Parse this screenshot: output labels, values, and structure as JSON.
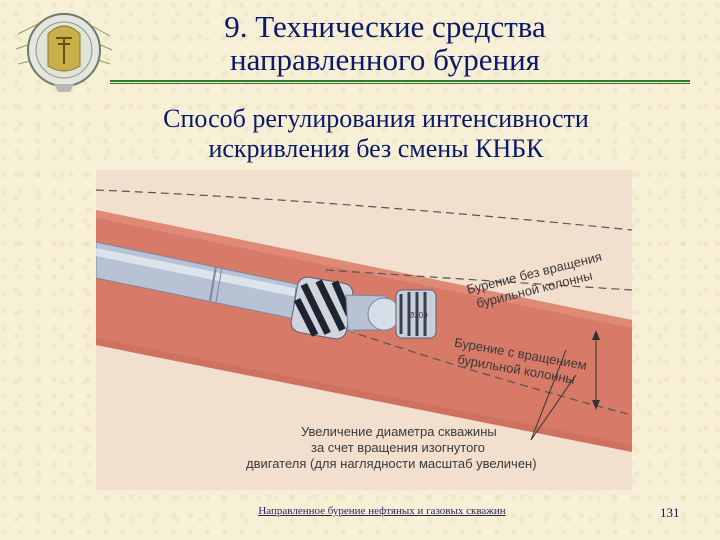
{
  "slide": {
    "title": "9. Технические средства направленного бурения",
    "subtitle": "Способ регулирования интенсивности искривления без смены КНБК",
    "footer": "Направленное бурение нефтяных и газовых скважин",
    "page_number": "131"
  },
  "figure": {
    "label_no_rotation_1": "Бурение без вращения",
    "label_no_rotation_2": "бурильной колонны",
    "label_rotation_1": "Бурение с вращением",
    "label_rotation_2": "бурильной колонны",
    "caption_1": "Увеличение диаметра скважины",
    "caption_2": "за счет вращения изогнутого",
    "caption_3": "двигателя (для наглядности масштаб увеличен)",
    "bit_marking": "Ø300",
    "colors": {
      "background": "#f3dfcd",
      "wellbore": "#d77a67",
      "pipe": "#b7c2d4",
      "title": "#0a1a6a",
      "rule": "#2e7a2e"
    }
  },
  "logo": {
    "icon": "university-emblem-icon"
  }
}
